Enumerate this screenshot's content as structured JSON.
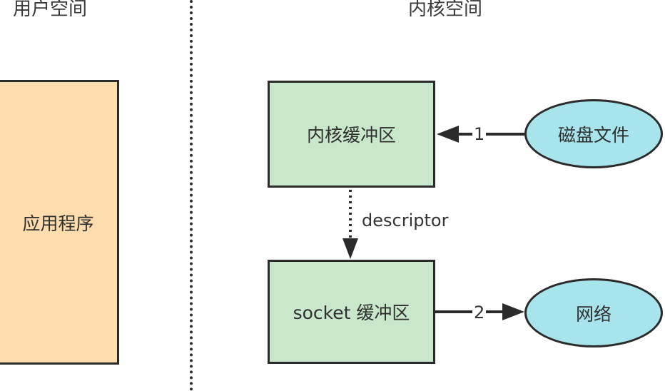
{
  "headings": {
    "user_space": "用户空间",
    "kernel_space": "内核空间"
  },
  "nodes": {
    "application": "应用程序",
    "kernel_buffer": "内核缓冲区",
    "socket_buffer": "socket 缓冲区",
    "disk_file": "磁盘文件",
    "network": "网络"
  },
  "edges": {
    "disk_to_kernel": "1",
    "kernel_to_socket": "descriptor",
    "socket_to_network": "2"
  },
  "colors": {
    "application_fill": "#fddcad",
    "buffer_fill": "#c9e8cb",
    "external_fill": "#a8e4ec",
    "stroke": "#2b2b2b"
  }
}
